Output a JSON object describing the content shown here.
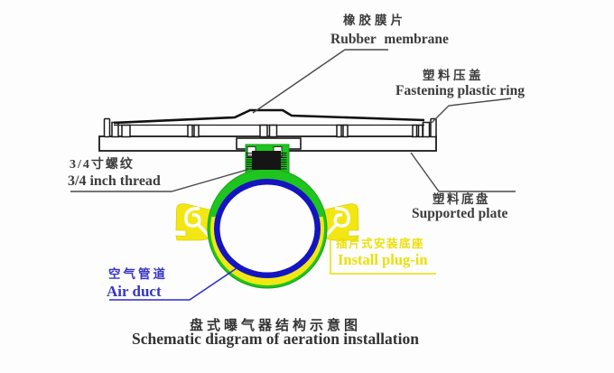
{
  "title": {
    "zh": "盘式曝气器结构示意图",
    "en": "Schematic diagram of aeration installation"
  },
  "labels": {
    "rubber_membrane": {
      "zh": "橡胶膜片",
      "en": "Rubber membrane"
    },
    "fastening_ring": {
      "zh": "塑料压盖",
      "en": "Fastening plastic ring"
    },
    "thread": {
      "zh": "3/4寸螺纹",
      "en": "3/4 inch thread"
    },
    "supported_plate": {
      "zh": "塑料底盘",
      "en": "Supported plate"
    },
    "install_plug": {
      "zh": "插片式安装底座",
      "en": "Install plug-in"
    },
    "air_duct": {
      "zh": "空气管道",
      "en": "Air duct"
    }
  },
  "colors": {
    "pipe_fitting_green": "#1fc51f",
    "clamp_yellow": "#f2e713",
    "pipe_wall_blue": "#1414c2",
    "thread_black": "#151515",
    "label_dark": "#3c3c3c",
    "label_blue": "#3434c6",
    "label_yellow": "#ecdf08",
    "background": "#fdfdfd"
  }
}
